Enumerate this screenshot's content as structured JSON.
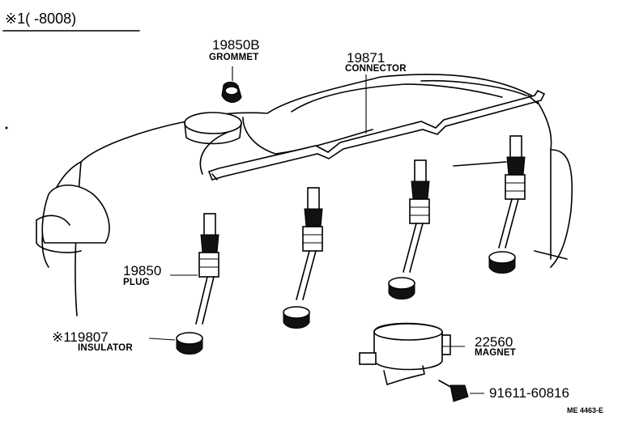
{
  "header": {
    "text": "※1(      -8008)"
  },
  "parts": [
    {
      "id": "grommet",
      "number": "19850B",
      "name": "GROMMET"
    },
    {
      "id": "connector",
      "number": "19871",
      "name": "CONNECTOR"
    },
    {
      "id": "plug",
      "number": "19850",
      "name": "PLUG"
    },
    {
      "id": "insulator",
      "number": "※119807",
      "name": "INSULATOR"
    },
    {
      "id": "magnet",
      "number": "22560",
      "name": "MAGNET"
    },
    {
      "id": "bolt",
      "number": "91611-60816",
      "name": ""
    }
  ],
  "diagram_ref": "ME 4463-E"
}
